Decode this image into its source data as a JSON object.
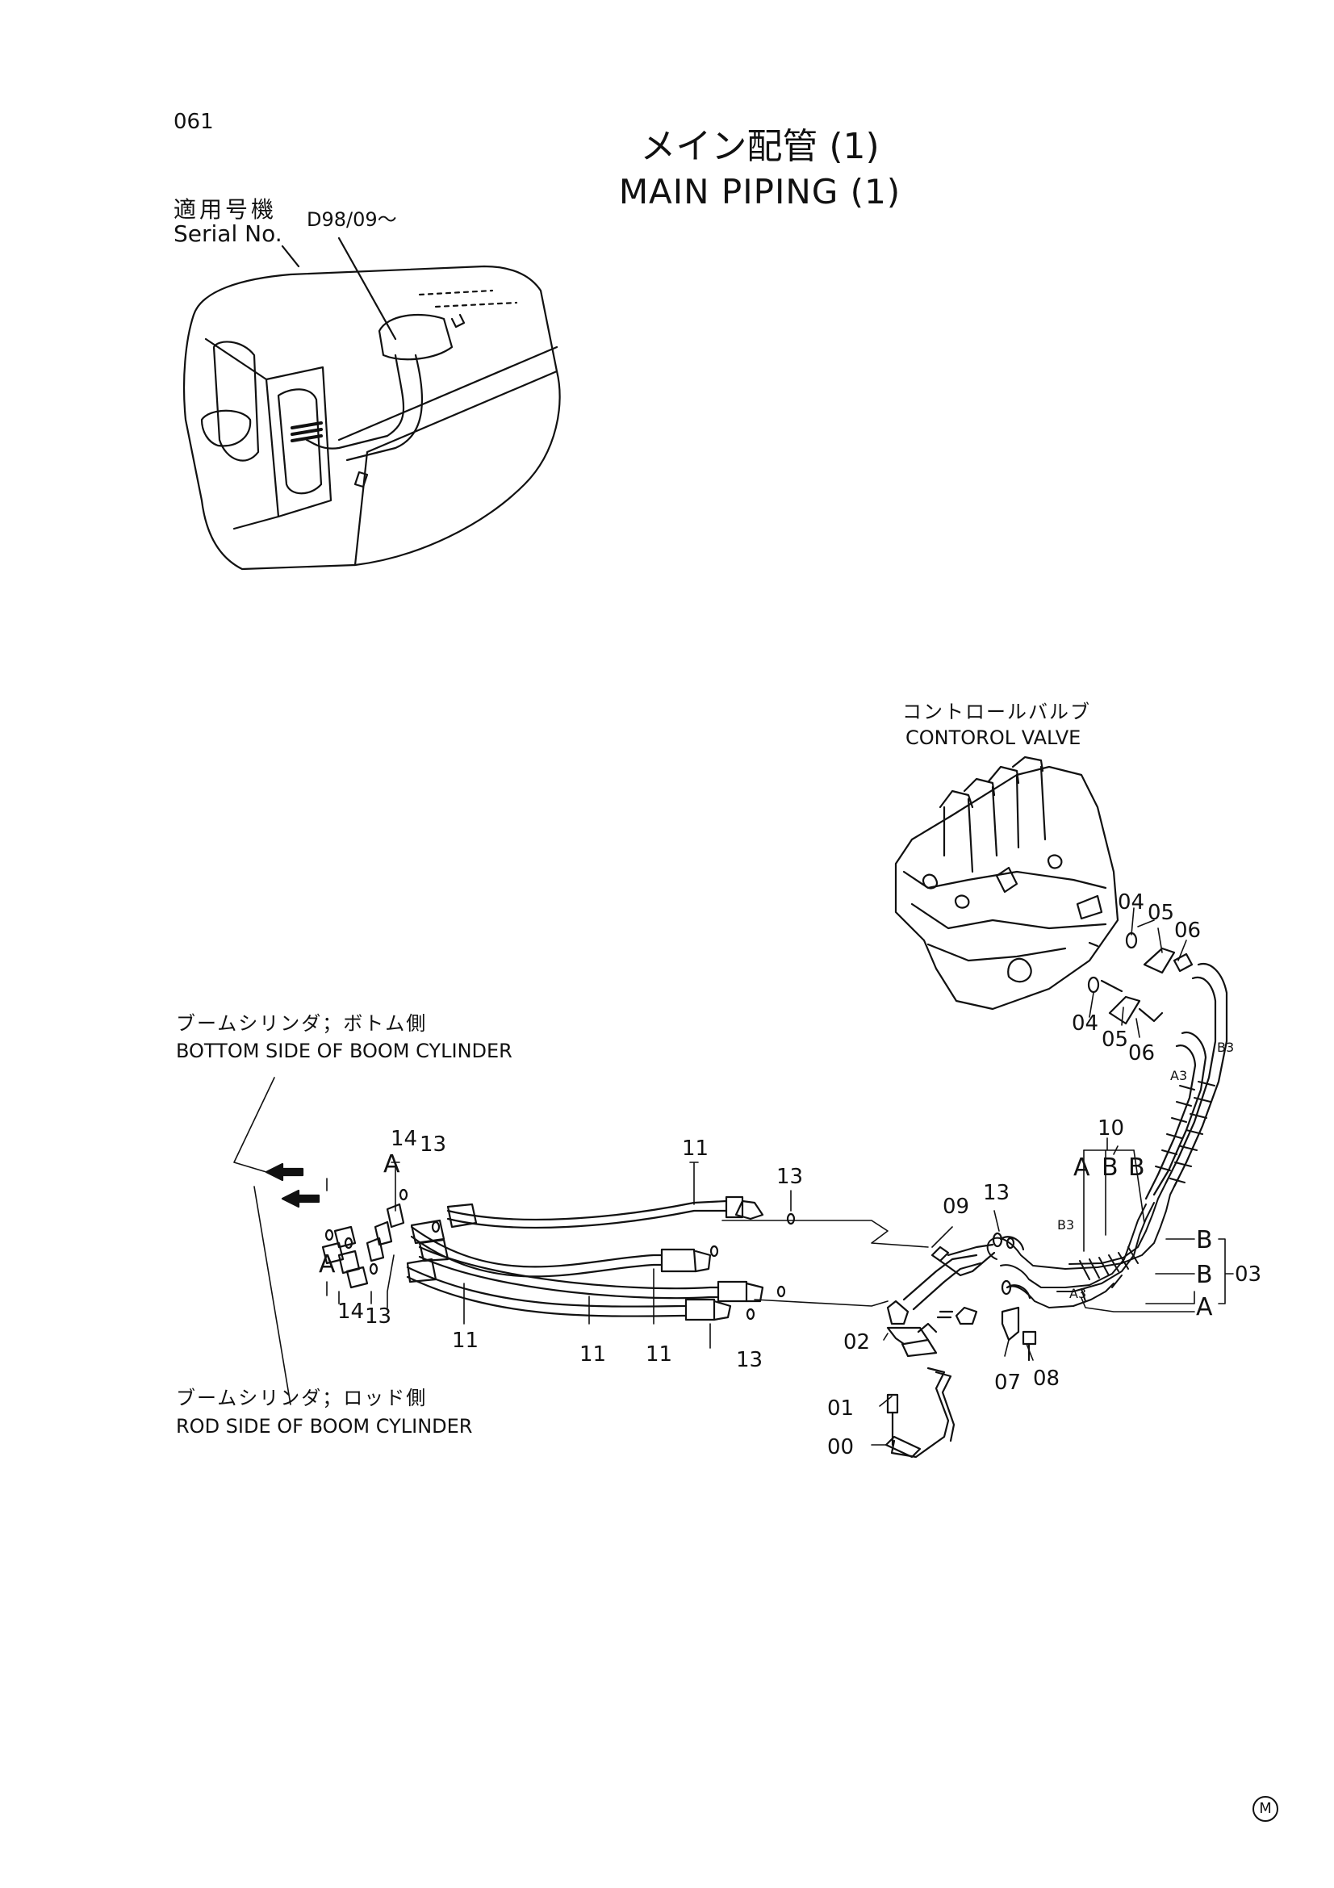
{
  "page_number": "061",
  "title": {
    "jp": "メイン配管 (1)",
    "en": "MAIN PIPING (1)"
  },
  "serial": {
    "label_jp": "適用号機",
    "label_en": "Serial No.",
    "range": "D98/09～"
  },
  "callouts": {
    "control_valve_jp": "コントロールバルブ",
    "control_valve_en": "CONTOROL VALVE",
    "bottom_side_jp": "ブームシリンダ；ボトム側",
    "bottom_side_en": "BOTTOM SIDE OF BOOM CYLINDER",
    "rod_side_jp": "ブームシリンダ；ロッド側",
    "rod_side_en": "ROD SIDE OF BOOM CYLINDER"
  },
  "part_numbers": {
    "p00": "00",
    "p01": "01",
    "p02": "02",
    "p03": "03",
    "p04": "04",
    "p05": "05",
    "p06": "06",
    "p07": "07",
    "p08": "08",
    "p09": "09",
    "p10": "10",
    "p11": "11",
    "p13": "13",
    "p14": "14"
  },
  "port_letters": {
    "a": "A",
    "b": "B",
    "a3": "A3",
    "b3": "B3"
  },
  "mark": "M"
}
